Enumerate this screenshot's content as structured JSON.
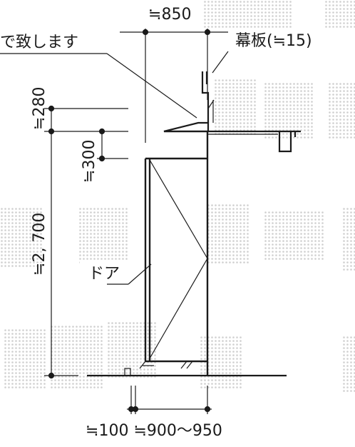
{
  "labels": {
    "top_dim": "≒850",
    "note_text": "で致します",
    "makuita": "幕板(≒15)",
    "dim_280": "≒280",
    "dim_300": "≒300",
    "dim_2700": "≒2, 700",
    "door": "ドア",
    "bottom_dims": "≒100 ≒900〜950"
  },
  "colors": {
    "line": "#1a1a1a",
    "watermark": "#c9c9c9"
  }
}
